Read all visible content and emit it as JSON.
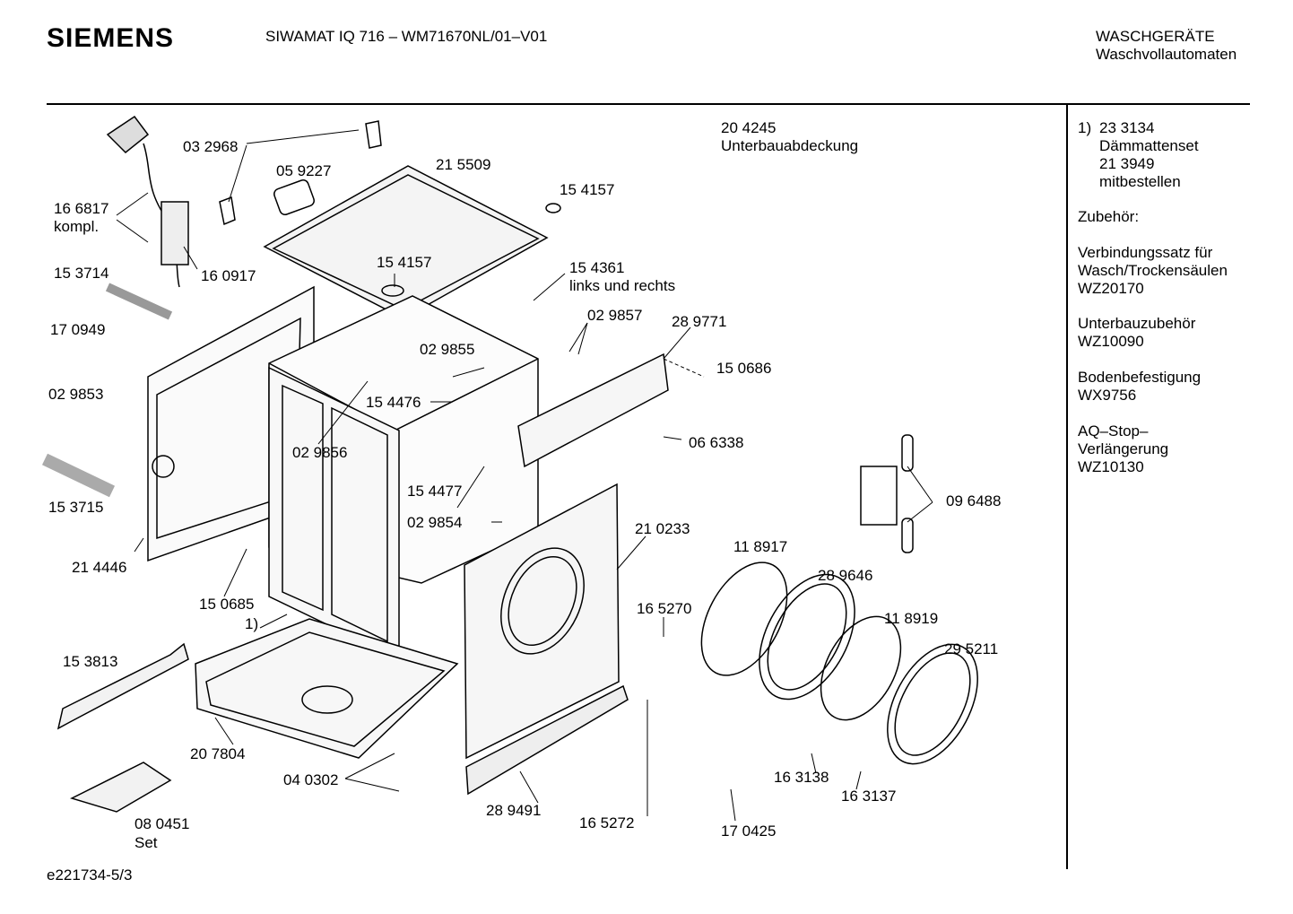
{
  "header": {
    "brand": "SIEMENS",
    "model": "SIWAMAT IQ 716 – WM71670NL/01–V01",
    "category_line1": "WASCHGERÄTE",
    "category_line2": "Waschvollautomaten"
  },
  "parts": [
    {
      "number": "03 2968"
    },
    {
      "number": "05 9227"
    },
    {
      "number": "21 5509"
    },
    {
      "number": "15 4157",
      "id": "top_clip"
    },
    {
      "number": "16 6817",
      "note": "kompl."
    },
    {
      "number": "16 0917"
    },
    {
      "number": "15 3714"
    },
    {
      "number": "15 4157",
      "id": "lid_button"
    },
    {
      "number": "15 4361",
      "note": "links und rechts"
    },
    {
      "number": "17 0949"
    },
    {
      "number": "02 9857"
    },
    {
      "number": "28 9771"
    },
    {
      "number": "02 9855"
    },
    {
      "number": "15 0686"
    },
    {
      "number": "02 9853"
    },
    {
      "number": "15 4476"
    },
    {
      "number": "02 9856"
    },
    {
      "number": "06 6338"
    },
    {
      "number": "15 3715"
    },
    {
      "number": "15 4477"
    },
    {
      "number": "09 6488"
    },
    {
      "number": "02 9854"
    },
    {
      "number": "21 0233"
    },
    {
      "number": "21 4446"
    },
    {
      "number": "11 8917"
    },
    {
      "number": "28 9646"
    },
    {
      "number": "15 0685"
    },
    {
      "number": "1)"
    },
    {
      "number": "16 5270"
    },
    {
      "number": "11 8919"
    },
    {
      "number": "29 5211"
    },
    {
      "number": "15 3813"
    },
    {
      "number": "20 7804"
    },
    {
      "number": "04 0302"
    },
    {
      "number": "16 3138"
    },
    {
      "number": "16 3137"
    },
    {
      "number": "28 9491"
    },
    {
      "number": "16 5272"
    },
    {
      "number": "17 0425"
    },
    {
      "number": "08 0451",
      "note": "Set"
    },
    {
      "number": "20 4245",
      "note": "Unterbauabdeckung"
    }
  ],
  "sidebar": {
    "footnote_marker": "1)",
    "footnote_lines": [
      "23 3134",
      "Dämmattenset",
      "21 3949",
      "mitbestellen"
    ],
    "accessories_title": "Zubehör:",
    "accessories": [
      {
        "name_lines": [
          "Verbindungssatz für",
          "Wasch/Trockensäulen"
        ],
        "code": "WZ20170"
      },
      {
        "name_lines": [
          "Unterbauzubehör"
        ],
        "code": "WZ10090"
      },
      {
        "name_lines": [
          "Bodenbefestigung"
        ],
        "code": "WX9756"
      },
      {
        "name_lines": [
          "AQ–Stop–",
          "Verlängerung"
        ],
        "code": "WZ10130"
      }
    ]
  },
  "footer": {
    "code": "e221734-5/3"
  }
}
